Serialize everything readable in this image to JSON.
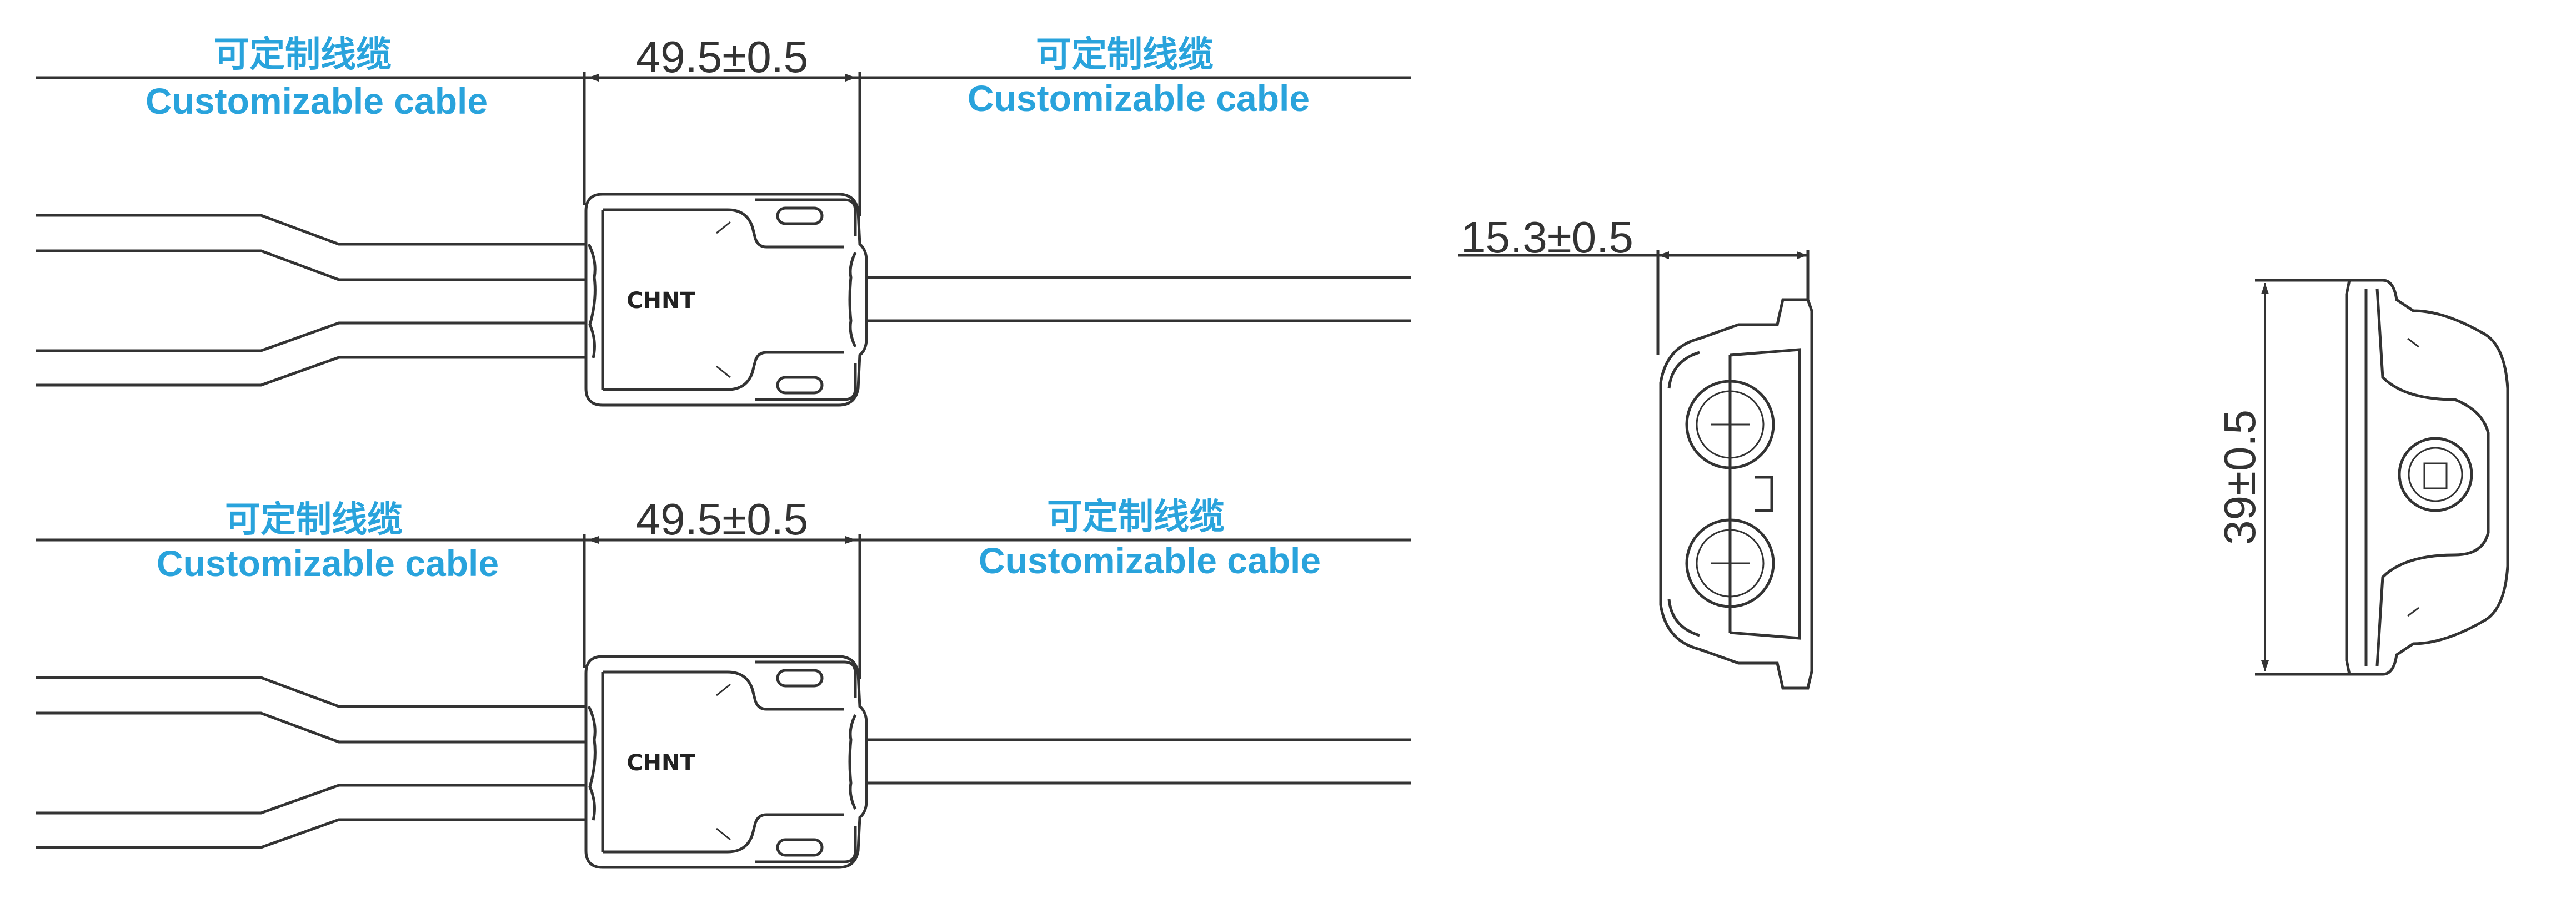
{
  "colors": {
    "label": "#29a3dc",
    "line": "#333333"
  },
  "assemblies": [
    {
      "dimension": "49.5±0.5",
      "logo": "CHNT",
      "left_label_cn": "可定制线缆",
      "left_label_en": "Customizable cable",
      "right_label_cn": "可定制线缆",
      "right_label_en": "Customizable cable"
    },
    {
      "dimension": "49.5±0.5",
      "logo": "CHNT",
      "left_label_cn": "可定制线缆",
      "left_label_en": "Customizable cable",
      "right_label_cn": "可定制线缆",
      "right_label_en": "Customizable cable"
    }
  ],
  "side_view": {
    "dimension": "15.3±0.5"
  },
  "end_view": {
    "dimension": "39±0.5"
  }
}
